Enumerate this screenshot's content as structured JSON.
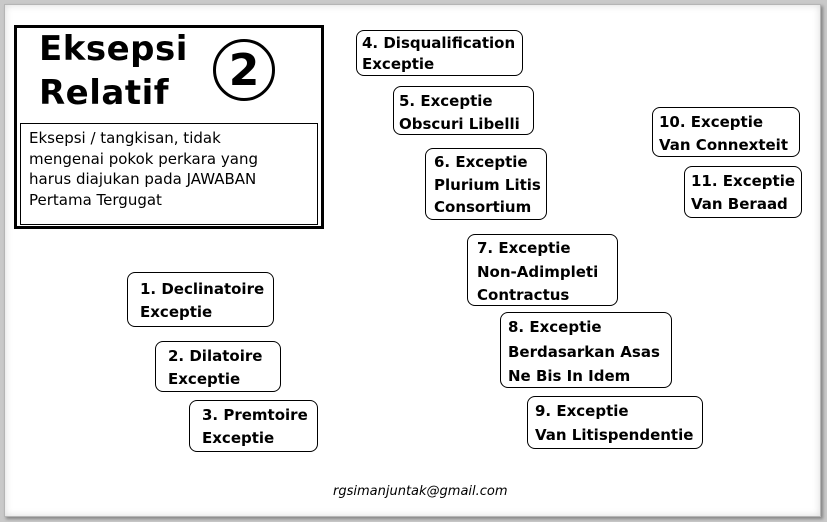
{
  "title": {
    "line1": "Eksepsi",
    "line2": "Relatif",
    "number": "2"
  },
  "description": {
    "lines": [
      "Eksepsi / tangkisan, tidak",
      "mengenai pokok perkara yang",
      "harus diajukan pada JAWABAN",
      "Pertama Tergugat"
    ]
  },
  "items": [
    {
      "lines": [
        "1. Declinatoire",
        "Exceptie"
      ]
    },
    {
      "lines": [
        "2. Dilatoire",
        "Exceptie"
      ]
    },
    {
      "lines": [
        "3. Premtoire",
        "Exceptie"
      ]
    },
    {
      "lines": [
        "4. Disqualification",
        "Exceptie"
      ]
    },
    {
      "lines": [
        "5. Exceptie",
        "Obscuri Libelli"
      ]
    },
    {
      "lines": [
        "6. Exceptie",
        "Plurium Litis",
        "Consortium"
      ]
    },
    {
      "lines": [
        "7. Exceptie",
        "Non-Adimpleti",
        "Contractus"
      ]
    },
    {
      "lines": [
        "8. Exceptie",
        "Berdasarkan Asas",
        "Ne Bis In Idem"
      ]
    },
    {
      "lines": [
        "9. Exceptie",
        "Van Litispendentie"
      ]
    },
    {
      "lines": [
        "10. Exceptie",
        "Van Connexteit"
      ]
    },
    {
      "lines": [
        "11. Exceptie",
        "Van Beraad"
      ]
    }
  ],
  "footer": {
    "email": "rgsimanjuntak@gmail.com"
  }
}
